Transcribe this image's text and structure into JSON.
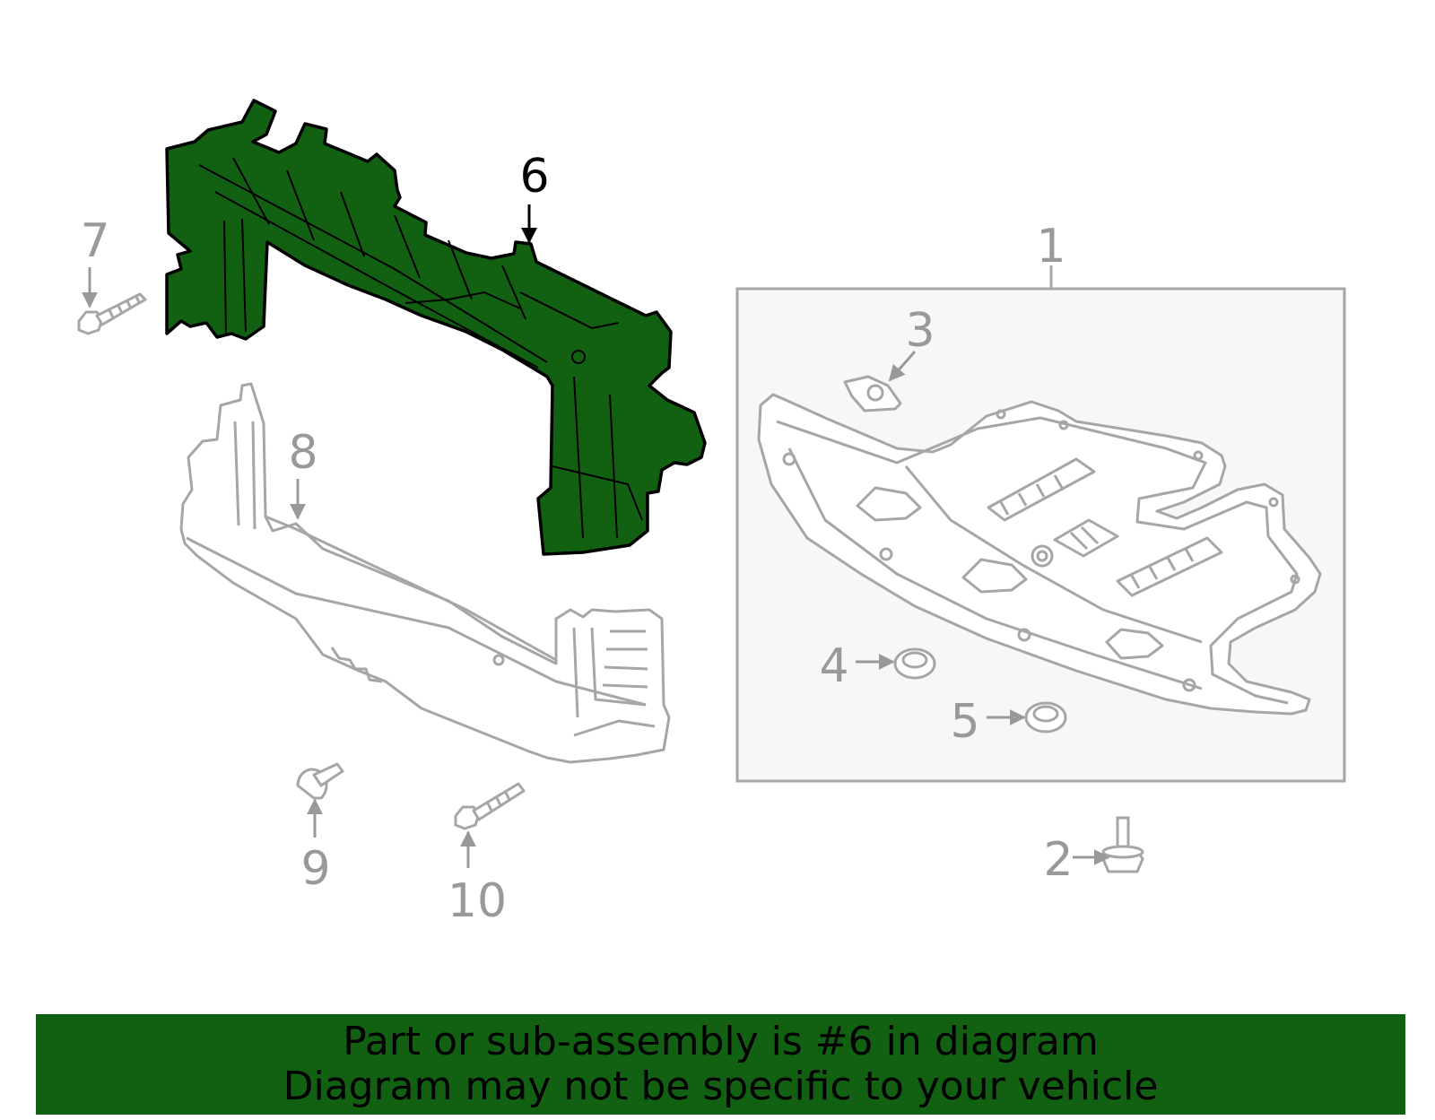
{
  "diagram": {
    "highlighted_part": "6",
    "colors": {
      "highlight": "#126112",
      "outline": "#000000",
      "inactive": "#a6a6a6",
      "callout_inactive": "#999999",
      "callout_active": "#000000",
      "inset_background": "#f7f7f7"
    },
    "callouts": {
      "c1": "1",
      "c2": "2",
      "c3": "3",
      "c4": "4",
      "c5": "5",
      "c6": "6",
      "c7": "7",
      "c8": "8",
      "c9": "9",
      "c10": "10"
    }
  },
  "footer": {
    "line1": "Part or sub-assembly is #6 in diagram",
    "line2": "Diagram may not be specific to your vehicle"
  }
}
